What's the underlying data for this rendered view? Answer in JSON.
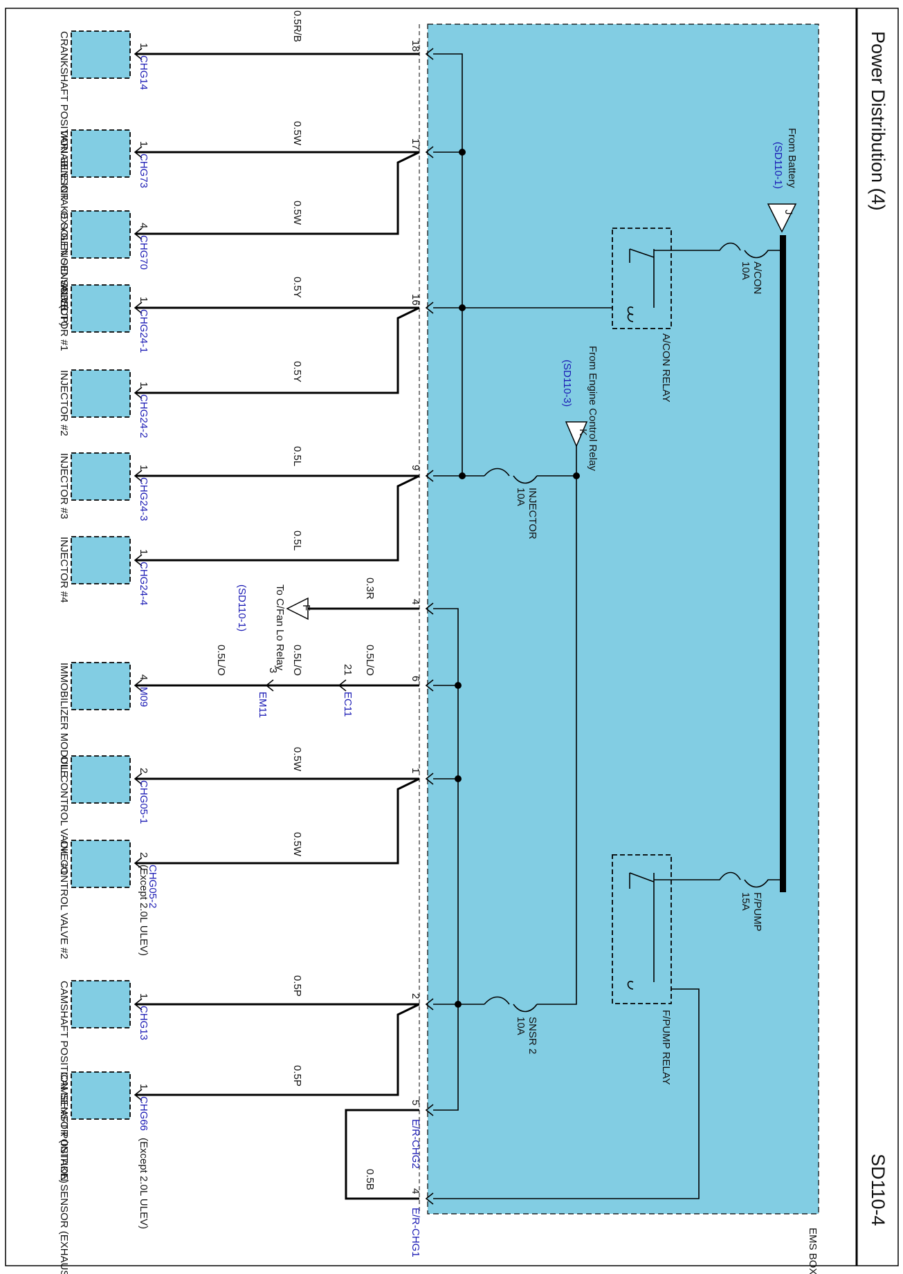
{
  "title": "Power Distribution (4)",
  "page_code": "SD110-4",
  "ems_box_label": "EMS BOX",
  "components": [
    {
      "name": "CRANKSHAFT POSITION SENSOR",
      "pin": "1",
      "connector": "CHG14",
      "wire": "0.5R/B",
      "ems_pin": "18"
    },
    {
      "name": "VARIABLE INTAKE SOLENOID VALVE",
      "pin": "1",
      "connector": "CHG73",
      "wire": "0.5W",
      "ems_pin": "17"
    },
    {
      "name": "OXYGEN SENSOR (UP)",
      "pin": "4",
      "connector": "CHG70",
      "wire": "0.5W",
      "ems_pin": ""
    },
    {
      "name": "INJECTOR #1",
      "pin": "1",
      "connector": "CHG24-1",
      "wire": "0.5Y",
      "ems_pin": "16"
    },
    {
      "name": "INJECTOR #2",
      "pin": "1",
      "connector": "CHG24-2",
      "wire": "0.5Y",
      "ems_pin": ""
    },
    {
      "name": "INJECTOR #3",
      "pin": "1",
      "connector": "CHG24-3",
      "wire": "0.5L",
      "ems_pin": "9"
    },
    {
      "name": "INJECTOR #4",
      "pin": "1",
      "connector": "CHG24-4",
      "wire": "0.5L",
      "ems_pin": ""
    },
    {
      "name": "IMMOBILIZER MODULE",
      "pin": "4",
      "connector": "M09",
      "wire": "0.5L/O",
      "ems_pin": "6"
    },
    {
      "name": "OIL CONTROL VALVE #1",
      "pin": "2",
      "connector": "CHG05-1",
      "wire": "0.5W",
      "ems_pin": "1"
    },
    {
      "name": "OIL CONTROL VALVE #2",
      "pin": "2",
      "connector": "CHG05-2",
      "connector_note": "(Except 2.0L ULEV)",
      "wire": "0.5W",
      "ems_pin": ""
    },
    {
      "name": "CAMSHAFT POSITION SENSOR (INTAKE)",
      "pin": "1",
      "connector": "CHG13",
      "wire": "0.5P",
      "ems_pin": "2"
    },
    {
      "name": "CAMSHAFT POSITION SENSOR (EXHAUST)",
      "pin": "1",
      "connector": "CHG66",
      "connector_note": "(Except 2.0L ULEV)",
      "wire": "0.5P",
      "ems_pin": ""
    }
  ],
  "cfan": {
    "wire": "0.3R",
    "ems_pin": "4",
    "marker": "F",
    "text": "To C/Fan Lo Relay",
    "ref": "(SD110-1)"
  },
  "immobilizer_connectors": {
    "ec11_pin": "21",
    "ec11": "EC11",
    "em11_pin": "3",
    "em11": "EM11",
    "wire_a": "0.5L/O",
    "wire_b": "0.5L/O"
  },
  "fuses": {
    "acon": {
      "name": "A/CON",
      "rating": "10A"
    },
    "fpump": {
      "name": "F/PUMP",
      "rating": "15A"
    },
    "injector": {
      "name": "INJECTOR",
      "rating": "10A"
    },
    "snsr2": {
      "name": "SNSR 2",
      "rating": "10A"
    }
  },
  "relays": {
    "acon": "A/CON RELAY",
    "fpump": "F/PUMP RELAY"
  },
  "from_battery": {
    "marker": "J",
    "text": "From Battery",
    "ref": "(SD110-1)"
  },
  "from_engine_relay": {
    "marker": "K",
    "text": "From Engine Control Relay",
    "ref": "(SD110-3)"
  },
  "ground_path": {
    "pin_top": "5",
    "conn_top": "E/R-CHG2",
    "wire": "0.5B",
    "pin_bottom": "4",
    "conn_bottom": "E/R-CHG1"
  },
  "colors": {
    "box_fill": "#82cde3",
    "wire": "#000000",
    "label_blue": "#1a1ab4"
  }
}
